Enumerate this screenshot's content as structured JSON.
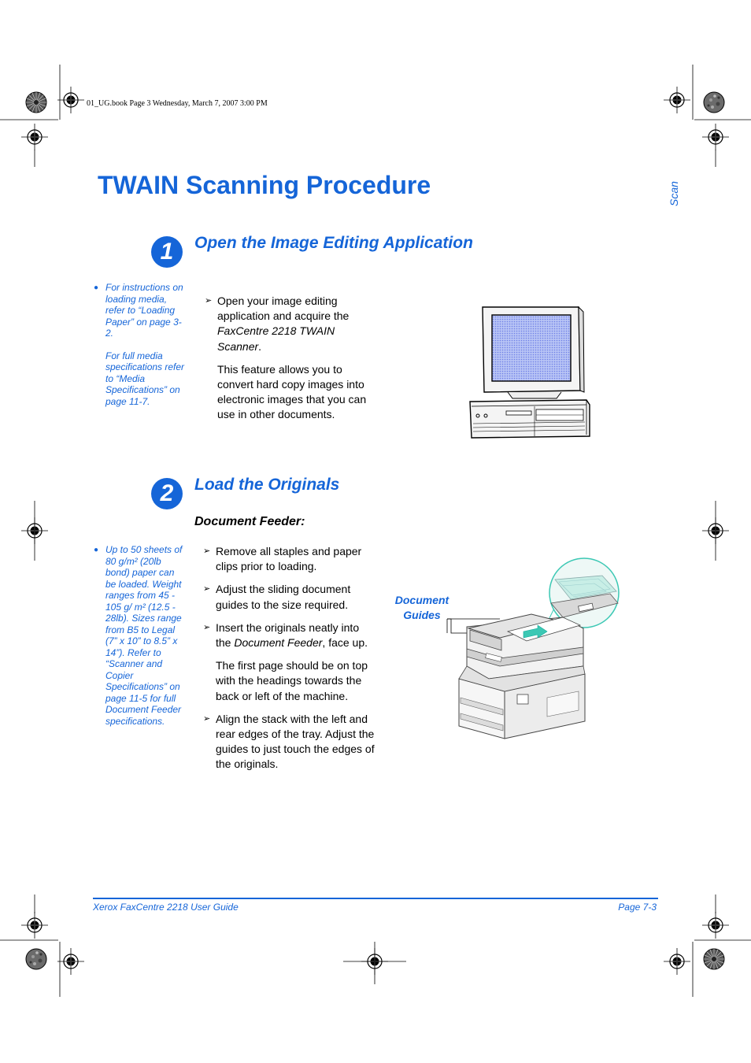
{
  "printer_line": "01_UG.book  Page 3  Wednesday, March 7, 2007  3:00 PM",
  "page_title": "TWAIN Scanning Procedure",
  "side_label": "Scan",
  "steps": [
    {
      "number": "1",
      "heading": "Open the Image Editing Application",
      "note_paragraphs": [
        "For instructions on loading media, refer to “Loading Paper” on page 3-2.",
        "For full media specifications refer to “Media Specifications” on page 11-7."
      ],
      "items": [
        {
          "pre": "Open your image editing application and acquire the ",
          "em": "FaxCentre 2218 TWAIN Scanner",
          "post": "."
        }
      ],
      "paragraph": "This feature allows you to convert hard copy images into electronic images that you can use in other documents."
    },
    {
      "number": "2",
      "heading": "Load the Originals",
      "subheading": "Document Feeder:",
      "note": "Up to 50 sheets of 80 g/m² (20lb bond) paper can be loaded. Weight ranges from 45 - 105 g/ m² (12.5 - 28lb). Sizes range from B5 to Legal (7” x 10” to 8.5” x 14”). Refer to “Scanner and Copier Specifications” on page 11-5 for full Document Feeder specifications.",
      "items": [
        {
          "pre": "Remove all staples and paper clips prior to loading.",
          "em": "",
          "post": ""
        },
        {
          "pre": "Adjust the sliding document guides to the size required.",
          "em": "",
          "post": ""
        },
        {
          "pre": "Insert the originals neatly into the ",
          "em": "Document Feeder",
          "post": ", face up."
        }
      ],
      "paragraph": "The first page should be on top with the headings towards the back or left of the machine.",
      "items_after": [
        {
          "pre": "Align the stack with the left and rear edges of the tray. Adjust the guides to just touch the edges of the originals.",
          "em": "",
          "post": ""
        }
      ],
      "callout_line1": "Document",
      "callout_line2": "Guides"
    }
  ],
  "footer": {
    "left": "Xerox FaxCentre 2218 User Guide",
    "right": "Page 7-3"
  },
  "colors": {
    "accent": "#1565d8"
  },
  "icons": [
    "registration-mark-icon",
    "color-wheel-icon",
    "arrow-bullet-icon",
    "bullet-dot-icon"
  ]
}
